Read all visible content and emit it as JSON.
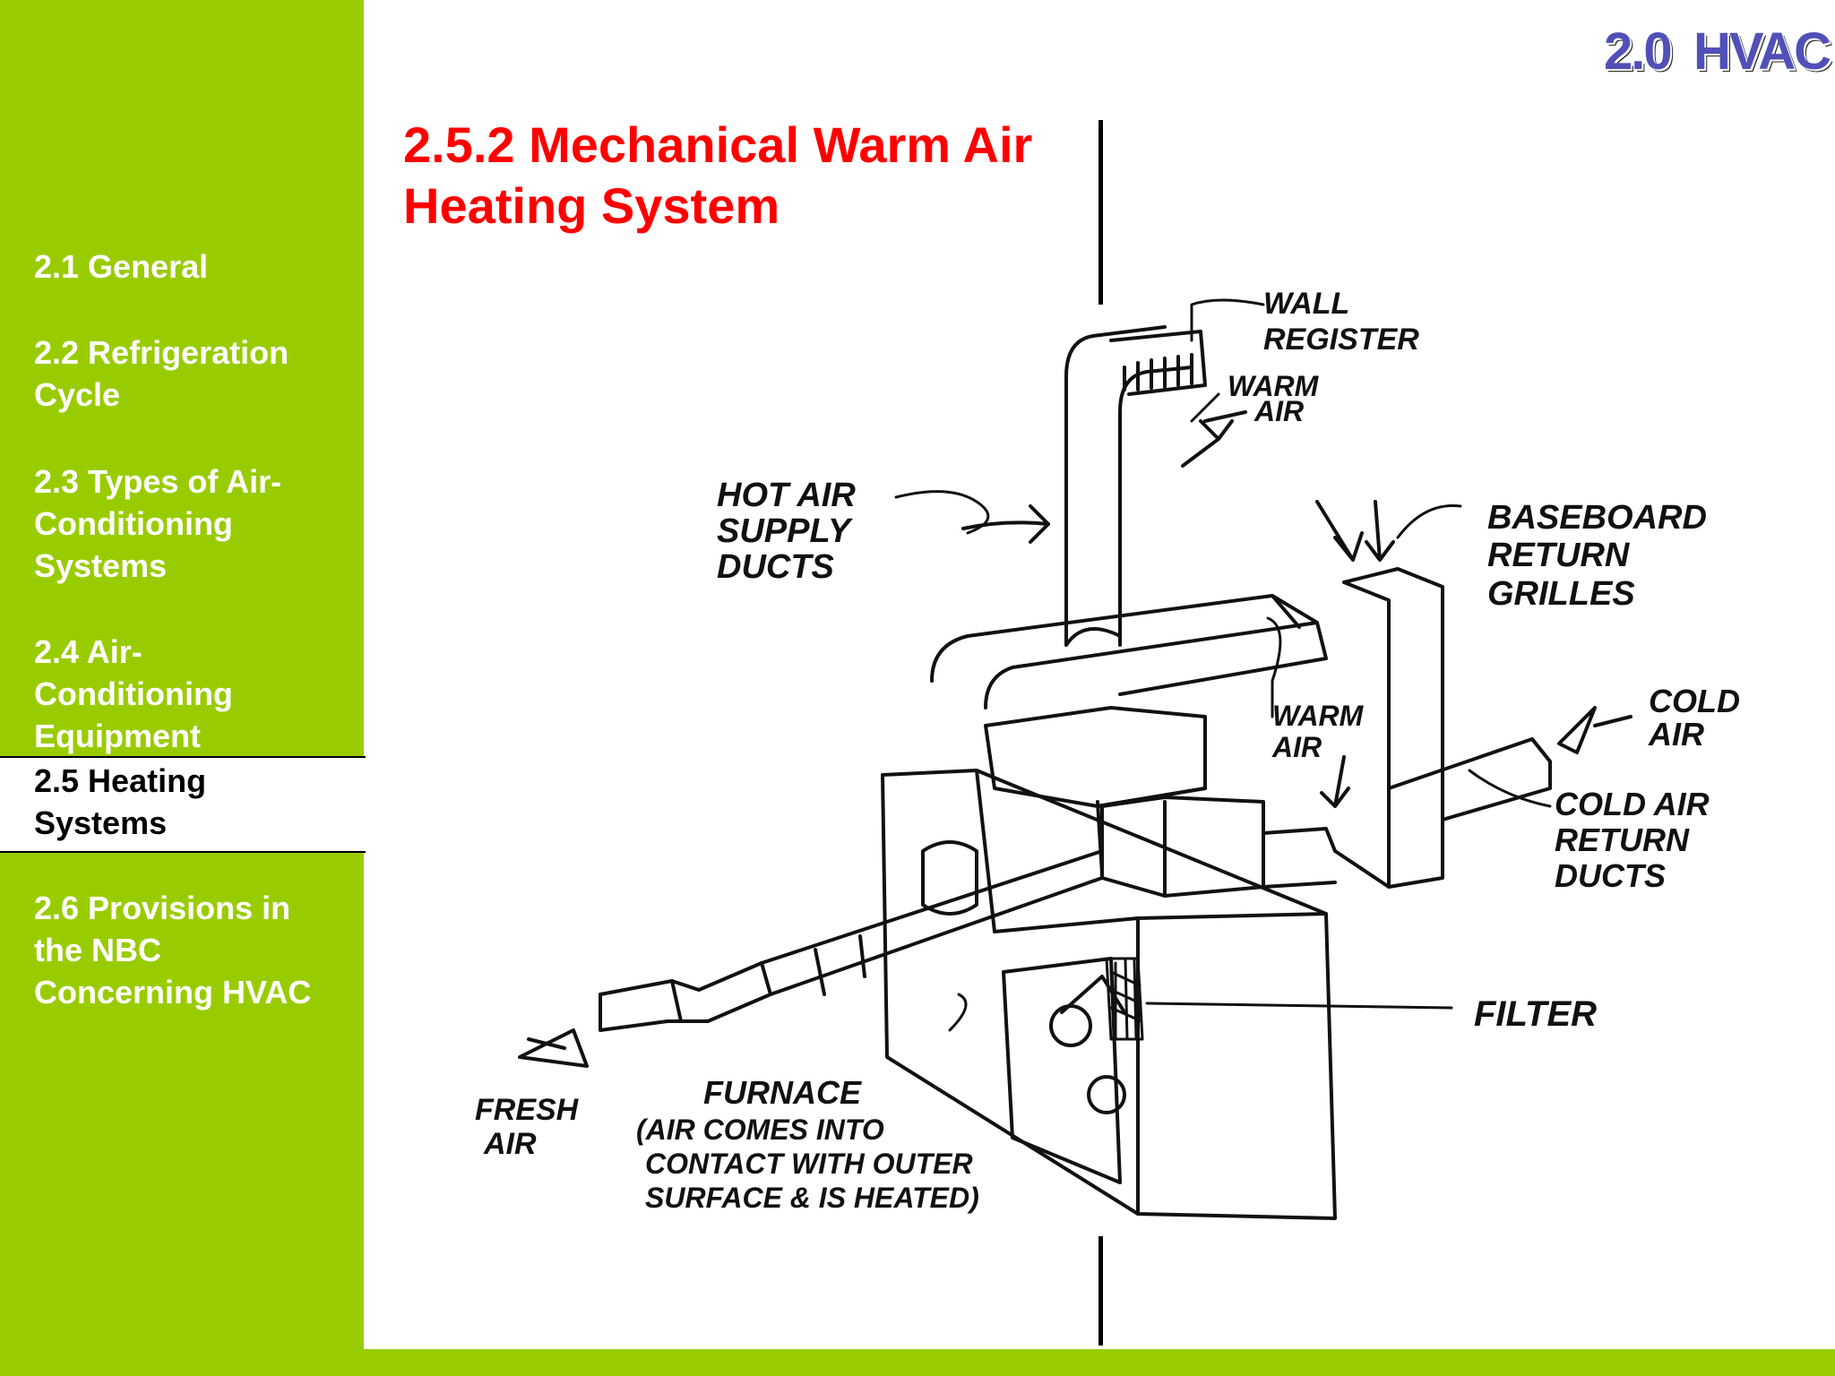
{
  "header": {
    "section_number": "2.0",
    "section_title": "HVAC"
  },
  "slide": {
    "title": "2.5.2 Mechanical Warm Air Heating System"
  },
  "sidebar": {
    "items": [
      {
        "label": "2.1 General"
      },
      {
        "label": "2.2 Refrigeration Cycle"
      },
      {
        "label": "2.3 Types of Air-Conditioning Systems"
      },
      {
        "label": "2.4 Air-Conditioning Equipment"
      },
      {
        "label": "2.5 Heating Systems"
      },
      {
        "label": "2.6 Provisions in the NBC Concerning HVAC"
      }
    ],
    "active_index": 4
  },
  "diagram": {
    "labels": {
      "wall_register_1": "WALL",
      "wall_register_2": "REGISTER",
      "warm_air_top_1": "WARM",
      "warm_air_top_2": "AIR",
      "hot_air_1": "HOT AIR",
      "hot_air_2": "SUPPLY",
      "hot_air_3": "DUCTS",
      "baseboard_1": "BASEBOARD",
      "baseboard_2": "RETURN",
      "baseboard_3": "GRILLES",
      "warm_air_mid_1": "WARM",
      "warm_air_mid_2": "AIR",
      "cold_air_1": "COLD",
      "cold_air_2": "AIR",
      "cold_return_1": "COLD AIR",
      "cold_return_2": "RETURN",
      "cold_return_3": "DUCTS",
      "filter": "FILTER",
      "fresh_air_1": "FRESH",
      "fresh_air_2": "AIR",
      "furnace_1": "FURNACE",
      "furnace_2": "(AIR COMES INTO",
      "furnace_3": "CONTACT WITH OUTER",
      "furnace_4": "SURFACE & IS HEATED)"
    }
  },
  "colors": {
    "sidebar_green": "#99cc00",
    "title_red": "#ff0000",
    "header_blue": "#5050b8"
  }
}
